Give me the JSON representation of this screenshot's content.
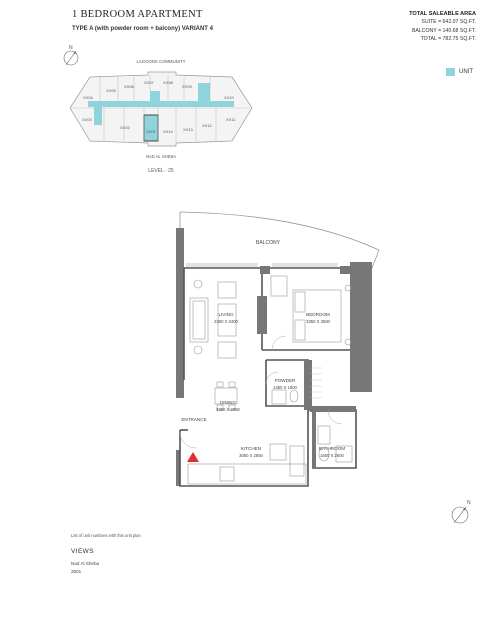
{
  "header": {
    "title": "1 BEDROOM APARTMENT",
    "subtitle": "TYPE A (with powder room + balcony) VARIANT 4"
  },
  "area": {
    "heading": "TOTAL SALEABLE AREA",
    "suite": "SUITE = 642.07 SQ.FT.",
    "balcony": "BALCONY = 140.68 SQ.FT.",
    "total": "TOTAL = 782.75 SQ.FT."
  },
  "legend": {
    "unit_label": "UNIT",
    "unit_color": "#8fd3db"
  },
  "keyplan": {
    "top_label": "LAGOONS COMMUNITY",
    "bottom_label": "NAD AL SHEBA",
    "level": "LEVEL - 25",
    "units": [
      "XX04",
      "XX05",
      "XX06",
      "XX07",
      "XX08",
      "XX09",
      "XX10",
      "XX03",
      "XX02",
      "XX01",
      "XX14",
      "XX13",
      "XX12",
      "XX11"
    ]
  },
  "compass": {
    "letter": "N"
  },
  "rooms": {
    "balcony": "BALCONY",
    "living": "LIVING",
    "living_dim": "3350 X 3400",
    "bedroom": "BEDROOM",
    "bedroom_dim": "3350 X 3500",
    "powder": "POWDER",
    "powder_dim": "1450 X 1600",
    "dining": "DINING",
    "dining_dim": "3350 X 2050",
    "entrance": "ENTRANCE",
    "kitchen": "KITCHEN",
    "kitchen_dim": "3050 X 2650",
    "bathroom": "BATHROOM",
    "bathroom_dim": "1600 X 2600"
  },
  "footer": {
    "list_note": "List of unit numbers with this unit plan",
    "views_heading": "VIEWS",
    "view_name": "Nad Al Sheba",
    "view_unit": "2501"
  }
}
